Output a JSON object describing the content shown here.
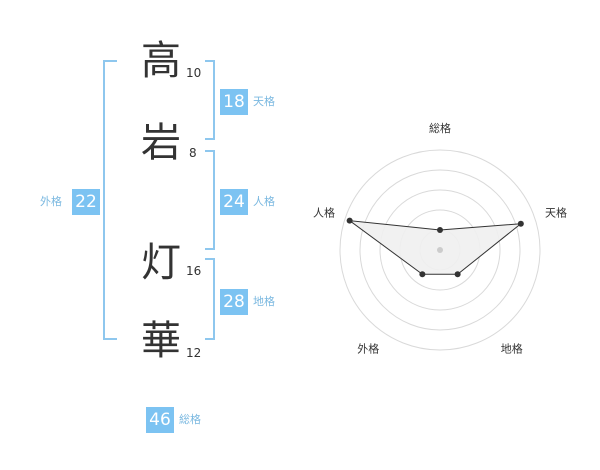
{
  "name_chars": [
    {
      "char": "高",
      "strokes": "10"
    },
    {
      "char": "岩",
      "strokes": "8"
    },
    {
      "char": "灯",
      "strokes": "16"
    },
    {
      "char": "華",
      "strokes": "12"
    }
  ],
  "fortunes": {
    "tenkaku": {
      "value": "18",
      "label": "天格"
    },
    "jinkaku": {
      "value": "24",
      "label": "人格"
    },
    "chikaku": {
      "value": "28",
      "label": "地格"
    },
    "gaikaku": {
      "value": "22",
      "label": "外格"
    },
    "soukaku": {
      "value": "46",
      "label": "総格"
    }
  },
  "chart_data": {
    "type": "radar",
    "axes": [
      "総格",
      "天格",
      "地格",
      "外格",
      "人格"
    ],
    "values": [
      0.2,
      0.85,
      0.3,
      0.3,
      0.95
    ],
    "rings": 5,
    "colors": {
      "fill": "#f0f0f0",
      "line": "#333333",
      "grid": "#d9d9d9",
      "accent": "#7cc3f2"
    }
  }
}
